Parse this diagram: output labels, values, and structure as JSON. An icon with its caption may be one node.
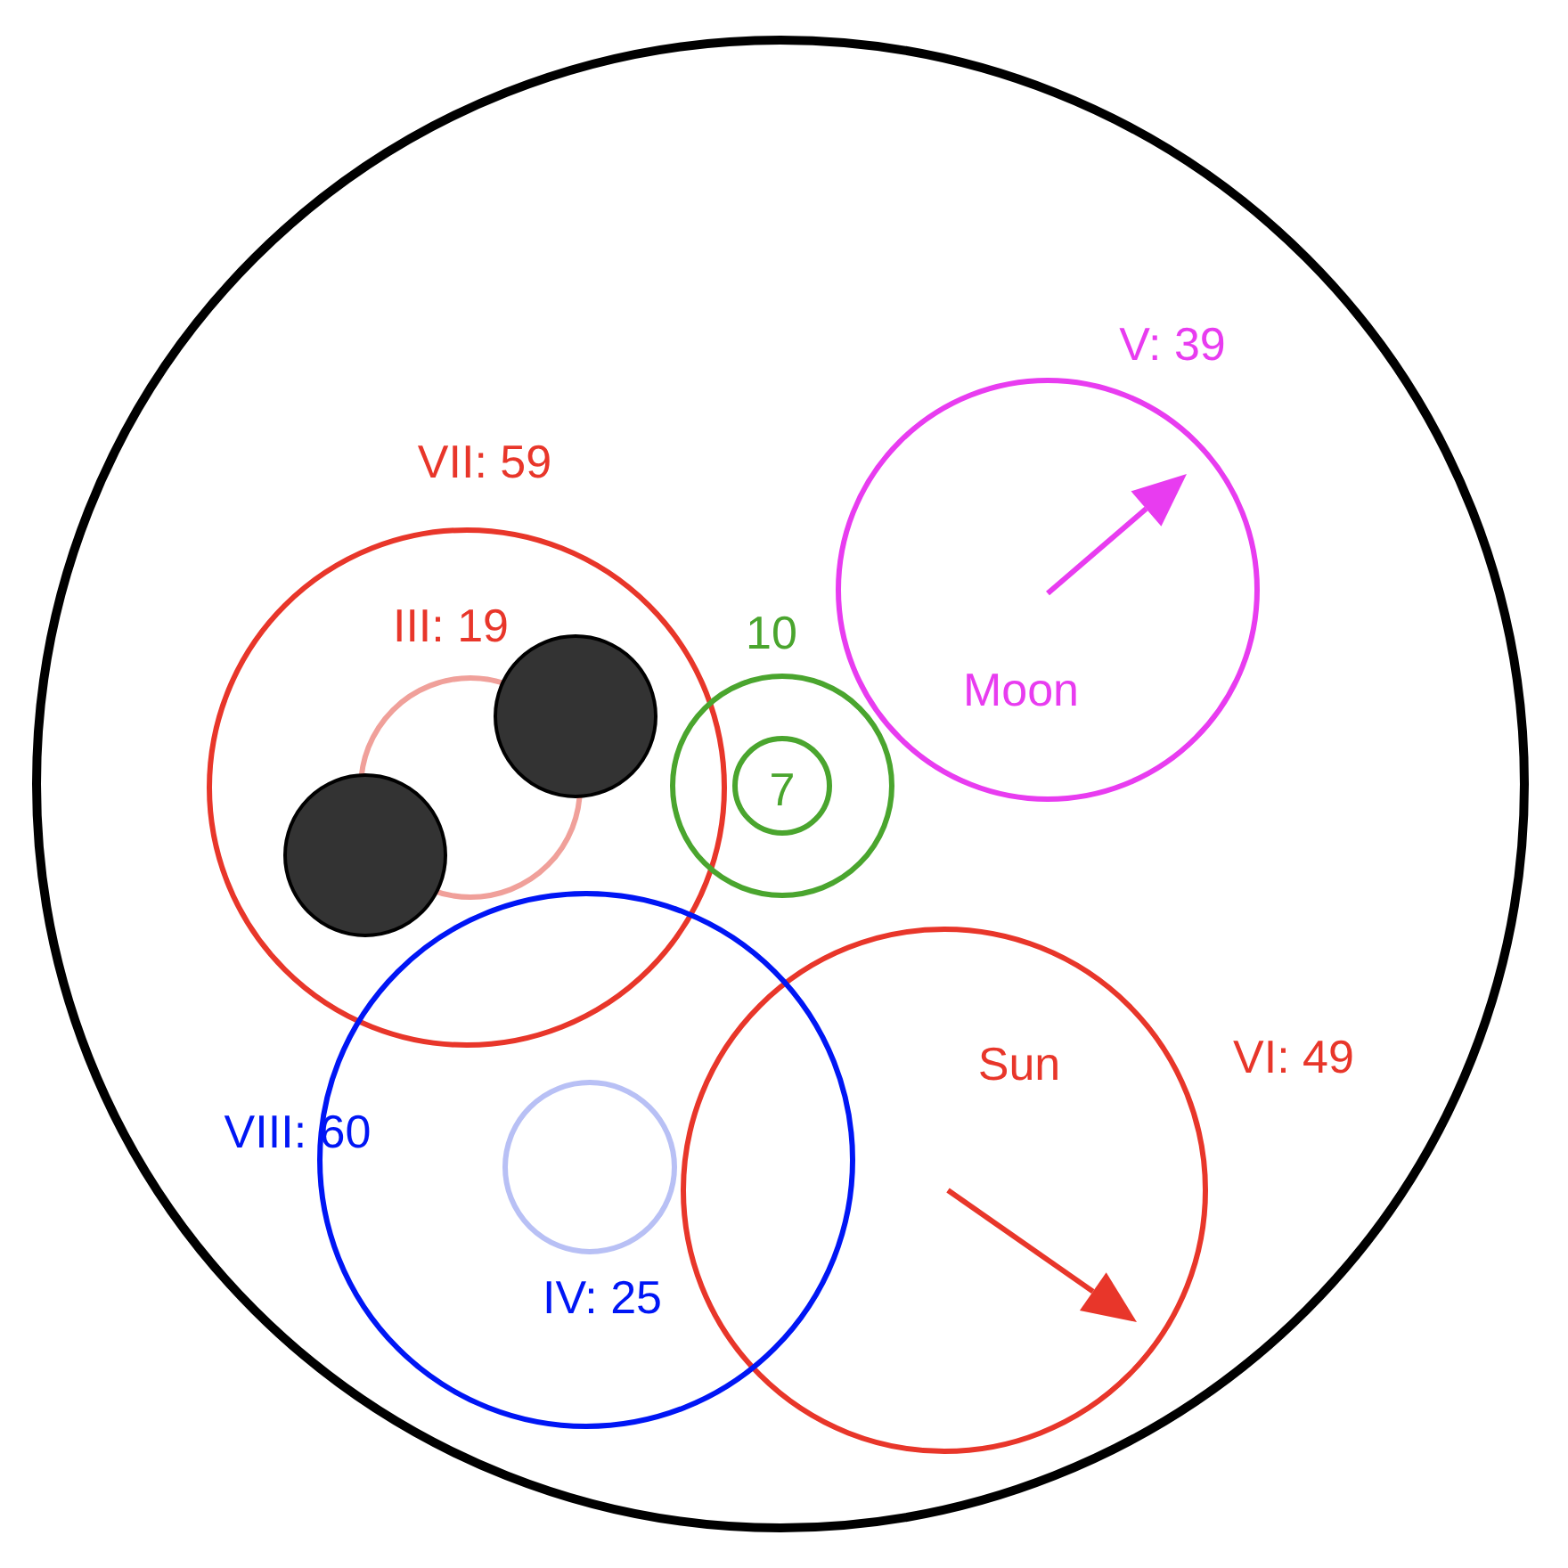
{
  "diagram": {
    "nodes": [
      {
        "text": [],
        "shape": "circle"
      },
      {
        "text": [
          "V: 39",
          "Moon"
        ],
        "in": 0
      },
      {
        "text": [
          "VII: 59"
        ],
        "in": 0
      },
      {
        "text": [
          "III: 19"
        ],
        "in": 2
      },
      {
        "text": [],
        "shape": "circle",
        "in": 2
      },
      {
        "text": [],
        "shape": "circle",
        "in": 2
      },
      {
        "text": [
          "10"
        ],
        "in": 0
      },
      {
        "text": [
          "7"
        ],
        "in": 6
      },
      {
        "text": [
          "Sun",
          "VI: 49"
        ],
        "in": 0
      },
      {
        "text": [
          "VIII: 60"
        ],
        "in": 0
      },
      {
        "text": [
          "IV: 25"
        ],
        "in": 9
      }
    ],
    "edges": []
  }
}
